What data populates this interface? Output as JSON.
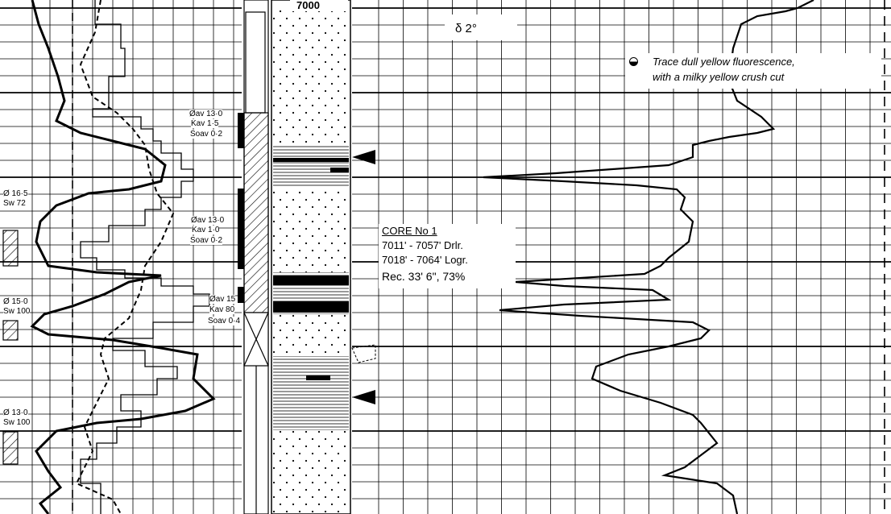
{
  "depth_marker": "7000",
  "dip": "δ 2°",
  "fluorescence_note": {
    "line1": "Trace dull yellow fluorescence,",
    "line2": "with a milky yellow crush cut"
  },
  "core": {
    "title": "CORE No 1",
    "driller_interval": "7011' - 7057' Drlr.",
    "logger_interval": "7018' - 7064' Logr.",
    "recovery": "Rec. 33' 6\", 73%"
  },
  "core_analyses": [
    {
      "porosity": "Øav 13·0",
      "permeability": "Kav 1·5",
      "saturation": "Soav 0·2"
    },
    {
      "porosity": "Øav 13·0",
      "permeability": "Kav 1·0",
      "saturation": "Soav 0·2"
    },
    {
      "porosity": "Øav 15",
      "permeability": "Kav 80",
      "saturation": "Soav 0·4"
    }
  ],
  "zones": [
    {
      "porosity": "Ø 16·5",
      "water_saturation": "Sw 72"
    },
    {
      "porosity": "Ø 15·0",
      "water_saturation": "Sw 100"
    },
    {
      "porosity": "Ø 13·0",
      "water_saturation": "Sw 100"
    }
  ],
  "colors": {
    "ink": "#000000",
    "paper": "#ffffff"
  }
}
